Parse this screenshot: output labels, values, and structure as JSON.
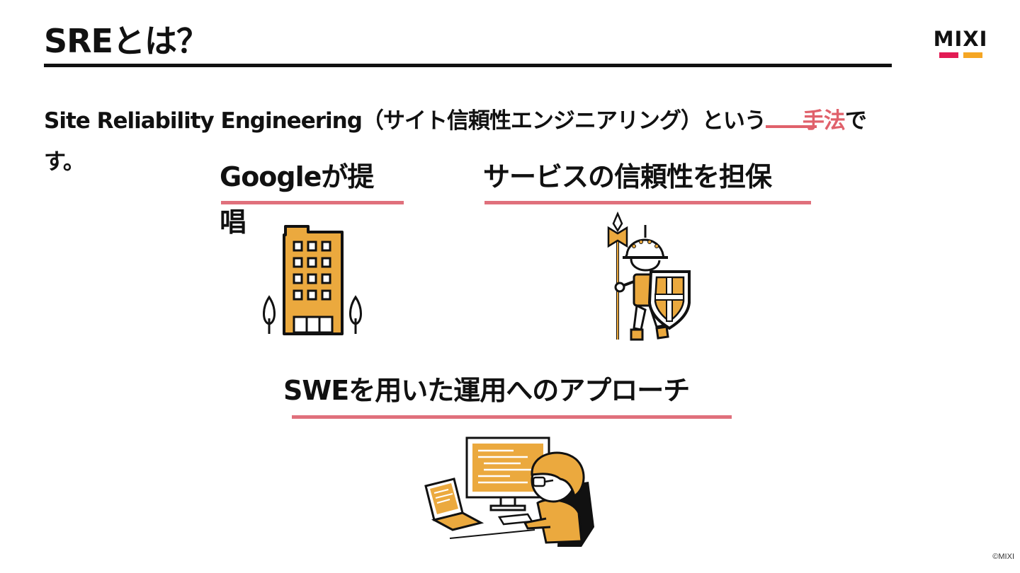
{
  "slide": {
    "title": "SREとは？",
    "logo_text": "MIXI",
    "intro_text": "Site Reliability Engineering（サイト信頼性エンジニアリング）という",
    "intro_answer": "手法",
    "intro_tail_1": "で",
    "intro_tail_2": "す。",
    "features": [
      {
        "label": "Googleが提唱",
        "icon": "office-building-icon"
      },
      {
        "label": "サービスの信頼性を担保",
        "icon": "armored-guard-icon"
      },
      {
        "label": "SWEを用いた運用へのアプローチ",
        "icon": "engineer-at-computer-icon"
      }
    ],
    "footer": "©MIXI"
  },
  "colors": {
    "accent": "#e0616b",
    "illustration": "#eba93e",
    "logo_red": "#e21b54",
    "logo_yellow": "#f5a623"
  }
}
